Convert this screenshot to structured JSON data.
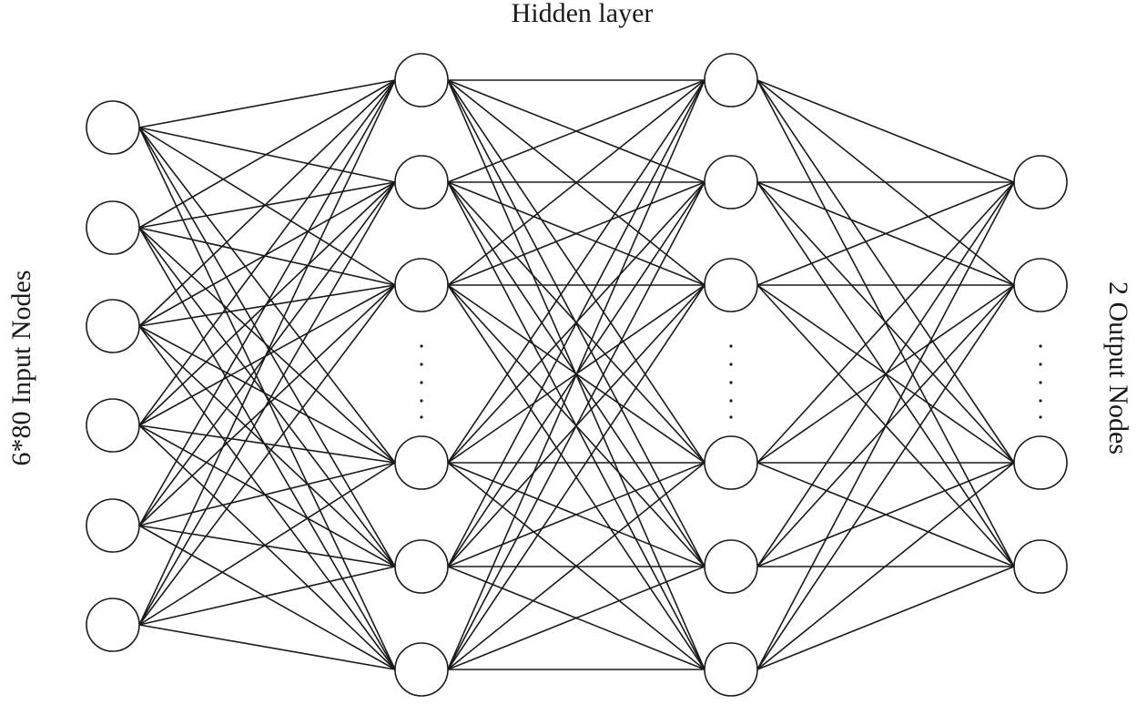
{
  "diagram": {
    "title": "Hidden layer",
    "input_label": "6*80 Input Nodes",
    "output_label": "2 Output Nodes",
    "layers": [
      {
        "name": "input",
        "visible_nodes": 6,
        "ellipsis": false
      },
      {
        "name": "hidden-1",
        "visible_nodes": 6,
        "ellipsis": true
      },
      {
        "name": "hidden-2",
        "visible_nodes": 6,
        "ellipsis": true
      },
      {
        "name": "output",
        "visible_nodes": 4,
        "ellipsis": true
      }
    ],
    "connectivity": "fully-connected",
    "colors": {
      "stroke": "#1a1a1a",
      "node_fill": "#ffffff",
      "background": "#ffffff"
    }
  }
}
